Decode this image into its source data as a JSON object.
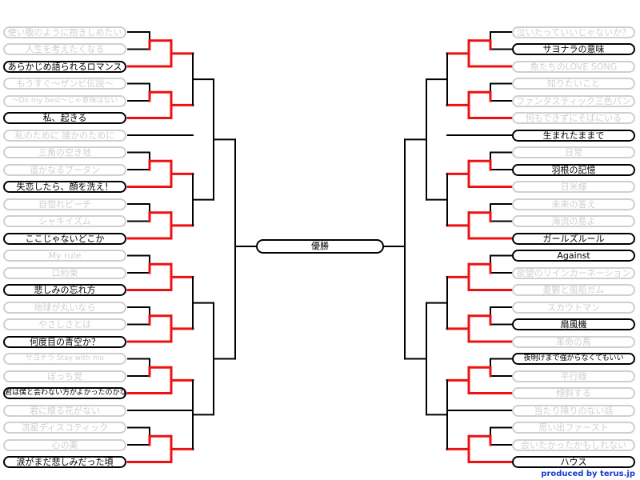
{
  "final": {
    "label": "優勝"
  },
  "credit": "produced by terus.jp",
  "colors": {
    "winner_line": "#ee1111",
    "line": "#000000",
    "eliminated": "#cfcfcf"
  },
  "left": [
    {
      "name": "使い敬のように抱きしめたい",
      "adv": false
    },
    {
      "name": "人生を考えたくなる",
      "adv": false
    },
    {
      "name": "あらかじめ語られるロマンス",
      "adv": true
    },
    {
      "name": "もうすぐ〜ザンビ伝説〜",
      "adv": false
    },
    {
      "name": "〜Do my best〜じゃ意味はない",
      "adv": false
    },
    {
      "name": "私、起きる",
      "adv": true
    },
    {
      "name": "私のために 誰かのために",
      "adv": false
    },
    {
      "name": "三角の空き地",
      "adv": false
    },
    {
      "name": "遥かなるブータン",
      "adv": false
    },
    {
      "name": "失恋したら、顔を洗え！",
      "adv": true
    },
    {
      "name": "自惚れビーチ",
      "adv": false
    },
    {
      "name": "シャキイズム",
      "adv": false
    },
    {
      "name": "ここじゃないどこか",
      "adv": true
    },
    {
      "name": "My rule",
      "adv": false
    },
    {
      "name": "口約束",
      "adv": false
    },
    {
      "name": "悲しみの忘れ方",
      "adv": true
    },
    {
      "name": "地球が丸いなら",
      "adv": false
    },
    {
      "name": "やさしさとは",
      "adv": false
    },
    {
      "name": "何度目の青空か？",
      "adv": true
    },
    {
      "name": "サヨナラ Stay with me",
      "adv": false
    },
    {
      "name": "ぼっち党",
      "adv": false
    },
    {
      "name": "君は僕と会わない方がよかったのかな",
      "adv": true
    },
    {
      "name": "君に贈る花がない",
      "adv": false
    },
    {
      "name": "流星ディスコティック",
      "adv": false
    },
    {
      "name": "心の薬",
      "adv": false
    },
    {
      "name": "涙がまだ悲しみだった頃",
      "adv": true
    }
  ],
  "right": [
    {
      "name": "泣いたっていいじゃないか？",
      "adv": false
    },
    {
      "name": "サヨナラの意味",
      "adv": true
    },
    {
      "name": "魚たちのLOVE SONG",
      "adv": false
    },
    {
      "name": "知りたいこと",
      "adv": false
    },
    {
      "name": "ファンタスティック三色パン",
      "adv": false
    },
    {
      "name": "何もできずにそばにいる",
      "adv": false
    },
    {
      "name": "生まれたままで",
      "adv": true
    },
    {
      "name": "日常",
      "adv": false
    },
    {
      "name": "羽根の記憶",
      "adv": true
    },
    {
      "name": "日米様",
      "adv": false
    },
    {
      "name": "未来の答え",
      "adv": false
    },
    {
      "name": "海流の島よ",
      "adv": false
    },
    {
      "name": "ガールズルール",
      "adv": true
    },
    {
      "name": "Against",
      "adv": true
    },
    {
      "name": "欲望のリインカーネーション",
      "adv": false
    },
    {
      "name": "憂鬱と風船ガム",
      "adv": false
    },
    {
      "name": "スカウトマン",
      "adv": false
    },
    {
      "name": "扇風機",
      "adv": true
    },
    {
      "name": "革命の馬",
      "adv": false
    },
    {
      "name": "夜明けまで強がらなくてもいい",
      "adv": true
    },
    {
      "name": "平行線",
      "adv": false
    },
    {
      "name": "傾斜する",
      "adv": false
    },
    {
      "name": "当たり障りのない話",
      "adv": false
    },
    {
      "name": "思い出ファースト",
      "adv": false
    },
    {
      "name": "会いたかったかもしれない",
      "adv": false
    },
    {
      "name": "ハウス",
      "adv": true
    }
  ]
}
